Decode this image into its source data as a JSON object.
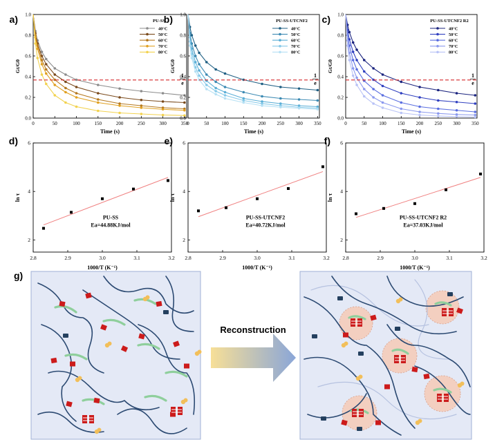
{
  "colors": {
    "ref_line": "#d62728",
    "fit_line": "#f08080",
    "panel_bg": "#e4e9f6",
    "chain": "#2c4a72",
    "green": "#8fcf9c",
    "red": "#cc1b1b",
    "yellow": "#f2bf5a",
    "halo": "#f3cfc0",
    "pu_ss": [
      "#8c8c8c",
      "#7a4a1c",
      "#b5781e",
      "#e0a020",
      "#f2d24e"
    ],
    "utcnf2": [
      "#1f5f83",
      "#3c8ab3",
      "#5aaed6",
      "#86c9e8",
      "#b5e0f4"
    ],
    "r2": [
      "#1a237e",
      "#3040c0",
      "#5a6ee0",
      "#8a98ee",
      "#b8c2f6"
    ]
  },
  "chart_data": [
    {
      "id": "a",
      "panel_label": "a)",
      "type": "line",
      "ylabel": "Gt/G0",
      "xlabel": "Time (s)",
      "legend_title": "PU-SS",
      "xlim": [
        0,
        355
      ],
      "ylim": [
        0,
        1.0
      ],
      "xticks": [
        0,
        50,
        100,
        150,
        200,
        250,
        300,
        350
      ],
      "yticks": [
        0,
        0.2,
        0.4,
        0.6,
        0.8,
        1.0
      ],
      "ref_y": 0.368,
      "ref_label_top": "1",
      "ref_label_bottom": "e",
      "series": [
        {
          "name": "40°C",
          "x": [
            0,
            5,
            10,
            20,
            30,
            50,
            75,
            100,
            150,
            200,
            250,
            300,
            350
          ],
          "y": [
            1.0,
            0.84,
            0.75,
            0.64,
            0.57,
            0.48,
            0.42,
            0.37,
            0.32,
            0.285,
            0.26,
            0.24,
            0.22
          ]
        },
        {
          "name": "50°C",
          "x": [
            0,
            5,
            10,
            20,
            30,
            50,
            75,
            100,
            150,
            200,
            250,
            300,
            350
          ],
          "y": [
            1.0,
            0.82,
            0.72,
            0.6,
            0.52,
            0.42,
            0.35,
            0.3,
            0.24,
            0.2,
            0.175,
            0.16,
            0.15
          ]
        },
        {
          "name": "60°C",
          "x": [
            0,
            5,
            10,
            20,
            30,
            50,
            75,
            100,
            150,
            200,
            250,
            300,
            350
          ],
          "y": [
            1.0,
            0.8,
            0.7,
            0.56,
            0.47,
            0.37,
            0.29,
            0.24,
            0.18,
            0.14,
            0.12,
            0.1,
            0.09
          ]
        },
        {
          "name": "70°C",
          "x": [
            0,
            5,
            10,
            20,
            30,
            50,
            75,
            100,
            150,
            200,
            250,
            300,
            350
          ],
          "y": [
            1.0,
            0.78,
            0.67,
            0.52,
            0.43,
            0.32,
            0.25,
            0.2,
            0.15,
            0.12,
            0.1,
            0.085,
            0.075
          ]
        },
        {
          "name": "80°C",
          "x": [
            0,
            5,
            10,
            20,
            30,
            50,
            75,
            100,
            150,
            200,
            250,
            300,
            350
          ],
          "y": [
            1.0,
            0.72,
            0.58,
            0.42,
            0.33,
            0.22,
            0.15,
            0.11,
            0.07,
            0.05,
            0.04,
            0.03,
            0.025
          ]
        }
      ]
    },
    {
      "id": "b",
      "panel_label": "b)",
      "type": "line",
      "ylabel": "Gt/G0",
      "xlabel": "Time (s)",
      "legend_title": "PU-SS-UTCNF2",
      "xlim": [
        0,
        355
      ],
      "ylim": [
        0,
        1.0
      ],
      "xticks": [
        0,
        50,
        100,
        150,
        200,
        250,
        300,
        350
      ],
      "yticks": [
        0,
        0.2,
        0.4,
        0.6,
        0.8,
        1.0
      ],
      "ref_y": 0.368,
      "ref_label_top": "1",
      "ref_label_bottom": "e",
      "series": [
        {
          "name": "40°C",
          "x": [
            0,
            5,
            10,
            20,
            30,
            50,
            75,
            100,
            150,
            200,
            250,
            300,
            350
          ],
          "y": [
            1.0,
            0.88,
            0.8,
            0.7,
            0.63,
            0.54,
            0.47,
            0.43,
            0.37,
            0.33,
            0.3,
            0.285,
            0.27
          ]
        },
        {
          "name": "50°C",
          "x": [
            0,
            5,
            10,
            20,
            30,
            50,
            75,
            100,
            150,
            200,
            250,
            300,
            350
          ],
          "y": [
            1.0,
            0.82,
            0.72,
            0.6,
            0.52,
            0.42,
            0.35,
            0.3,
            0.25,
            0.21,
            0.19,
            0.18,
            0.17
          ]
        },
        {
          "name": "60°C",
          "x": [
            0,
            5,
            10,
            20,
            30,
            50,
            75,
            100,
            150,
            200,
            250,
            300,
            350
          ],
          "y": [
            1.0,
            0.78,
            0.67,
            0.54,
            0.46,
            0.36,
            0.29,
            0.25,
            0.19,
            0.16,
            0.14,
            0.12,
            0.11
          ]
        },
        {
          "name": "70°C",
          "x": [
            0,
            5,
            10,
            20,
            30,
            50,
            75,
            100,
            150,
            200,
            250,
            300,
            350
          ],
          "y": [
            1.0,
            0.74,
            0.62,
            0.49,
            0.41,
            0.32,
            0.26,
            0.22,
            0.17,
            0.14,
            0.12,
            0.105,
            0.095
          ]
        },
        {
          "name": "80°C",
          "x": [
            0,
            5,
            10,
            20,
            30,
            50,
            75,
            100,
            150,
            200,
            250,
            300,
            350
          ],
          "y": [
            1.0,
            0.7,
            0.58,
            0.45,
            0.37,
            0.28,
            0.23,
            0.19,
            0.15,
            0.12,
            0.105,
            0.095,
            0.085
          ]
        }
      ]
    },
    {
      "id": "c",
      "panel_label": "c)",
      "type": "line",
      "ylabel": "Gt/G0",
      "xlabel": "Time (s)",
      "legend_title": "PU-SS-UTCNF2 R2",
      "xlim": [
        0,
        355
      ],
      "ylim": [
        0,
        1.0
      ],
      "xticks": [
        0,
        50,
        100,
        150,
        200,
        250,
        300,
        350
      ],
      "yticks": [
        0,
        0.2,
        0.4,
        0.6,
        0.8,
        1.0
      ],
      "ref_y": 0.368,
      "ref_label_top": "1",
      "ref_label_bottom": "e",
      "series": [
        {
          "name": "40°C",
          "x": [
            0,
            5,
            10,
            20,
            30,
            50,
            75,
            100,
            150,
            200,
            250,
            300,
            350
          ],
          "y": [
            1.0,
            0.9,
            0.83,
            0.73,
            0.66,
            0.56,
            0.48,
            0.42,
            0.35,
            0.3,
            0.27,
            0.24,
            0.22
          ]
        },
        {
          "name": "50°C",
          "x": [
            0,
            5,
            10,
            20,
            30,
            50,
            75,
            100,
            150,
            200,
            250,
            300,
            350
          ],
          "y": [
            1.0,
            0.85,
            0.76,
            0.64,
            0.56,
            0.45,
            0.37,
            0.31,
            0.24,
            0.2,
            0.17,
            0.155,
            0.14
          ]
        },
        {
          "name": "60°C",
          "x": [
            0,
            5,
            10,
            20,
            30,
            50,
            75,
            100,
            150,
            200,
            250,
            300,
            350
          ],
          "y": [
            1.0,
            0.8,
            0.7,
            0.56,
            0.47,
            0.36,
            0.28,
            0.22,
            0.15,
            0.11,
            0.09,
            0.075,
            0.06
          ]
        },
        {
          "name": "70°C",
          "x": [
            0,
            5,
            10,
            20,
            30,
            50,
            75,
            100,
            150,
            200,
            250,
            300,
            350
          ],
          "y": [
            1.0,
            0.75,
            0.63,
            0.48,
            0.39,
            0.28,
            0.2,
            0.15,
            0.09,
            0.06,
            0.045,
            0.035,
            0.03
          ]
        },
        {
          "name": "80°C",
          "x": [
            0,
            5,
            10,
            20,
            30,
            50,
            75,
            100,
            150,
            200,
            250,
            300,
            350
          ],
          "y": [
            1.0,
            0.7,
            0.56,
            0.41,
            0.32,
            0.21,
            0.14,
            0.1,
            0.05,
            0.03,
            0.02,
            0.015,
            0.01
          ]
        }
      ]
    },
    {
      "id": "d",
      "panel_label": "d)",
      "type": "scatter",
      "ylabel": "ln τ",
      "xlabel": "1000/T (K⁻¹)",
      "xlim": [
        2.8,
        3.2
      ],
      "ylim": [
        1.5,
        6
      ],
      "xticks": [
        2.8,
        2.9,
        3.0,
        3.1,
        3.2
      ],
      "yticks": [
        2,
        4,
        6
      ],
      "annotation": [
        "PU-SS",
        "Ea=44.88KJ/mol"
      ],
      "points": {
        "x": [
          2.83,
          2.91,
          3.0,
          3.09,
          3.19
        ],
        "y": [
          2.48,
          3.14,
          3.7,
          4.1,
          4.45
        ]
      },
      "fit": {
        "x": [
          2.83,
          3.19
        ],
        "y": [
          2.62,
          4.58
        ]
      }
    },
    {
      "id": "e",
      "panel_label": "e)",
      "type": "scatter",
      "ylabel": "ln τ",
      "xlabel": "1000/T (K⁻¹)",
      "xlim": [
        2.8,
        3.2
      ],
      "ylim": [
        1.5,
        6
      ],
      "xticks": [
        2.8,
        2.9,
        3.0,
        3.1,
        3.2
      ],
      "yticks": [
        2,
        4,
        6
      ],
      "annotation": [
        "PU-SS-UTCNF2",
        "Ea=40.72KJ/mol"
      ],
      "points": {
        "x": [
          2.83,
          2.91,
          3.0,
          3.09,
          3.19
        ],
        "y": [
          3.2,
          3.33,
          3.7,
          4.12,
          5.02
        ]
      },
      "fit": {
        "x": [
          2.83,
          3.19
        ],
        "y": [
          2.96,
          4.82
        ]
      }
    },
    {
      "id": "f",
      "panel_label": "f)",
      "type": "scatter",
      "ylabel": "ln τ",
      "xlabel": "1000/T (K⁻¹)",
      "xlim": [
        2.8,
        3.2
      ],
      "ylim": [
        1.5,
        6
      ],
      "xticks": [
        2.8,
        2.9,
        3.0,
        3.1,
        3.2
      ],
      "yticks": [
        2,
        4,
        6
      ],
      "annotation": [
        "PU-SS-UTCNF2 R2",
        "Ea=37.03KJ/mol"
      ],
      "points": {
        "x": [
          2.83,
          2.91,
          3.0,
          3.09,
          3.19
        ],
        "y": [
          3.08,
          3.3,
          3.5,
          4.07,
          4.72
        ]
      },
      "fit": {
        "x": [
          2.83,
          3.19
        ],
        "y": [
          2.93,
          4.58
        ]
      }
    }
  ],
  "schematic": {
    "panel_label": "g)",
    "arrow_label": "Reconstruction"
  }
}
